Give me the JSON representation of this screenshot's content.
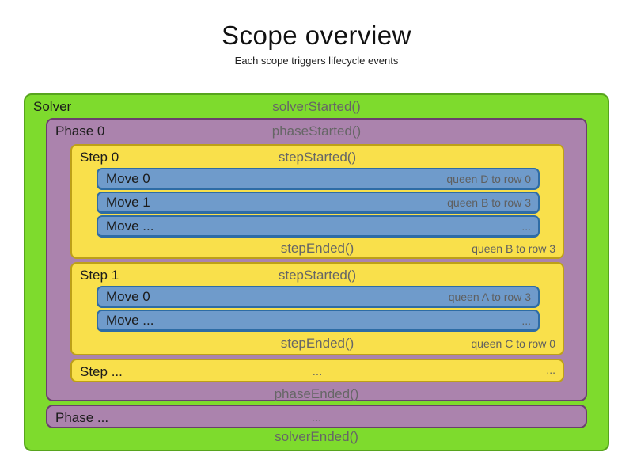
{
  "title": "Scope overview",
  "subtitle": "Each scope triggers lifecycle events",
  "colors": {
    "solver_fill": "#7edb2d",
    "solver_border": "#57a41d",
    "phase_fill": "#ab83ad",
    "phase_border": "#6b3f6e",
    "step_fill": "#f9e04b",
    "step_border": "#bda018",
    "move_fill": "#6f9bcb",
    "move_border": "#2e6ca5",
    "event_text": "#666666",
    "label_text": "#1c1c1c"
  },
  "solver": {
    "label": "Solver",
    "started": "solverStarted()",
    "ended": "solverEnded()",
    "phases": [
      {
        "label": "Phase 0",
        "started": "phaseStarted()",
        "ended": "phaseEnded()",
        "steps": [
          {
            "label": "Step 0",
            "started": "stepStarted()",
            "ended": "stepEnded()",
            "ended_note": "queen B to row 3",
            "moves": [
              {
                "label": "Move 0",
                "note": "queen D to row 0"
              },
              {
                "label": "Move 1",
                "note": "queen B to row 3"
              },
              {
                "label": "Move ...",
                "note": "..."
              }
            ]
          },
          {
            "label": "Step 1",
            "started": "stepStarted()",
            "ended": "stepEnded()",
            "ended_note": "queen C to row 0",
            "moves": [
              {
                "label": "Move 0",
                "note": "queen A to row 3"
              },
              {
                "label": "Move ...",
                "note": "..."
              }
            ]
          },
          {
            "label": "Step ...",
            "center_note": "...",
            "right_note": "..."
          }
        ]
      },
      {
        "label": "Phase ...",
        "center_note": "..."
      }
    ]
  }
}
